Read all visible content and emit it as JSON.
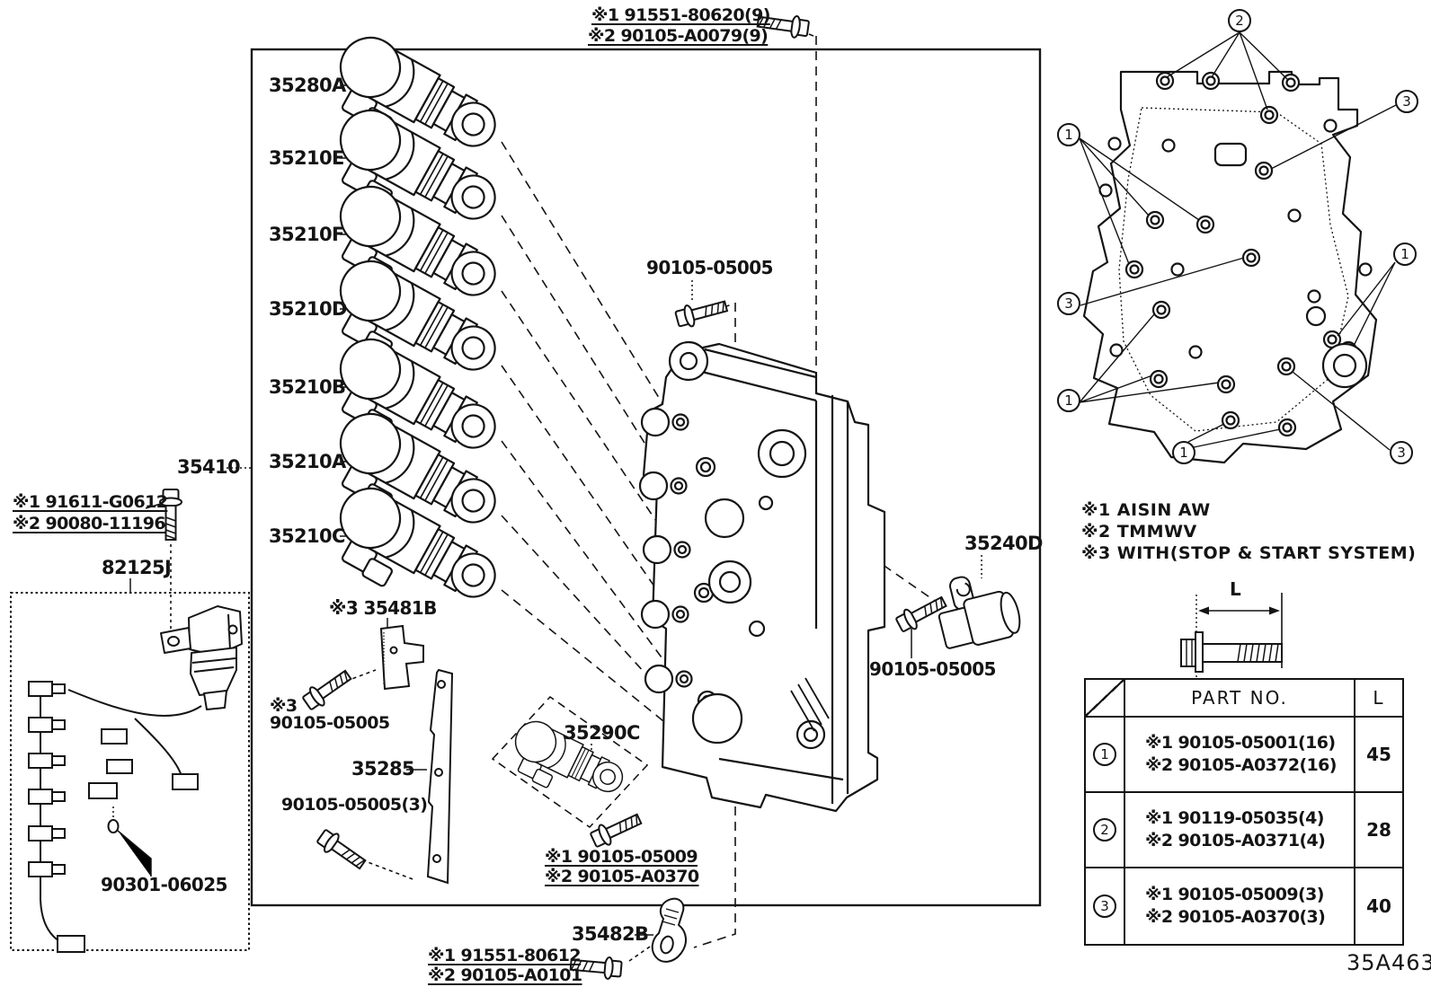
{
  "part_labels": {
    "top_fastener": {
      "line1": "※1 91551-80620(9)",
      "line2": "※2 90105-A0079(9)"
    },
    "solenoid_bank": [
      "35280A",
      "35210E",
      "35210F",
      "35210D",
      "35210B",
      "35210A",
      "35210C"
    ],
    "valve_body_assy": "35410",
    "sensor_fastener": {
      "line1": "※1 91611-G0612",
      "line2": "※2 90080-11196"
    },
    "wire_harness": "82125J",
    "clip": "90301-06025",
    "bracket_upper": "※3 35481B",
    "bracket_upper_bolt": {
      "line1": "※3",
      "line2": "90105-05005"
    },
    "plate": "35285",
    "plate_bolts": "90105-05005(3)",
    "body_bolt": "90105-05005",
    "solenoid_3way": "35290C",
    "solenoid_3way_fastener": {
      "line1": "※1 90105-05009",
      "line2": "※2 90105-A0370"
    },
    "bracket_lower": "35482B",
    "bracket_lower_fastener": {
      "line1": "※1 91551-80612",
      "line2": "※2 90105-A0101"
    },
    "solenoid_sl": "35240D",
    "solenoid_sl_bolt": "90105-05005"
  },
  "legend": {
    "note1": "※1 AISIN AW",
    "note2": "※2 TMMWV",
    "note3": "※3 WITH(STOP & START SYSTEM)"
  },
  "callouts": {
    "c1": "1",
    "c2": "2",
    "c3": "3"
  },
  "bolt_diagram": {
    "dim_label": "L"
  },
  "parts_table": {
    "header": {
      "part_no": "PART NO.",
      "length": "L"
    },
    "rows": [
      {
        "callout": "1",
        "line1": "※1 90105-05001(16)",
        "line2": "※2 90105-A0372(16)",
        "length": "45"
      },
      {
        "callout": "2",
        "line1": "※1 90119-05035(4)",
        "line2": "※2 90105-A0371(4)",
        "length": "28"
      },
      {
        "callout": "3",
        "line1": "※1 90105-05009(3)",
        "line2": "※2 90105-A0370(3)",
        "length": "40"
      }
    ]
  },
  "figure_code": "35A463"
}
